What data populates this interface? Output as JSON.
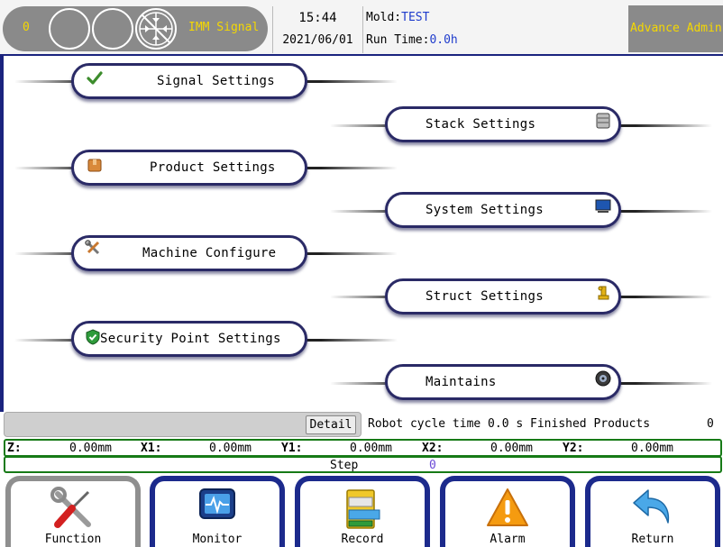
{
  "header": {
    "signal_count": "0",
    "signal_label": "IMM Signal",
    "time": "15:44",
    "date": "2021/06/01",
    "mold_label": "Mold:",
    "mold_value": "TEST",
    "runtime_label": "Run Time:",
    "runtime_value": "0.0h",
    "user_level": "Advance Admin"
  },
  "menu": {
    "signal_settings": "Signal Settings",
    "stack_settings": "Stack Settings",
    "product_settings": "Product Settings",
    "system_settings": "System Settings",
    "machine_configure": "Machine Configure",
    "struct_settings": "Struct Settings",
    "security_point_settings": "Security Point Settings",
    "maintains": "Maintains"
  },
  "status": {
    "detail_label": "Detail",
    "cycle_text": "Robot cycle time 0.0 s Finished Products",
    "finished_products": "0"
  },
  "axes": [
    {
      "name": "Z:",
      "value": "0.00mm"
    },
    {
      "name": "X1:",
      "value": "0.00mm"
    },
    {
      "name": "Y1:",
      "value": "0.00mm"
    },
    {
      "name": "X2:",
      "value": "0.00mm"
    },
    {
      "name": "Y2:",
      "value": "0.00mm"
    }
  ],
  "step": {
    "label": "Step",
    "value": "0"
  },
  "nav": {
    "function": "Function",
    "monitor": "Monitor",
    "record": "Record",
    "alarm": "Alarm",
    "return": "Return"
  },
  "colors": {
    "accent_navy": "#1c2a8c",
    "signal_yellow": "#f5d800",
    "axis_green": "#167a16",
    "value_blue": "#1f3ccc"
  }
}
